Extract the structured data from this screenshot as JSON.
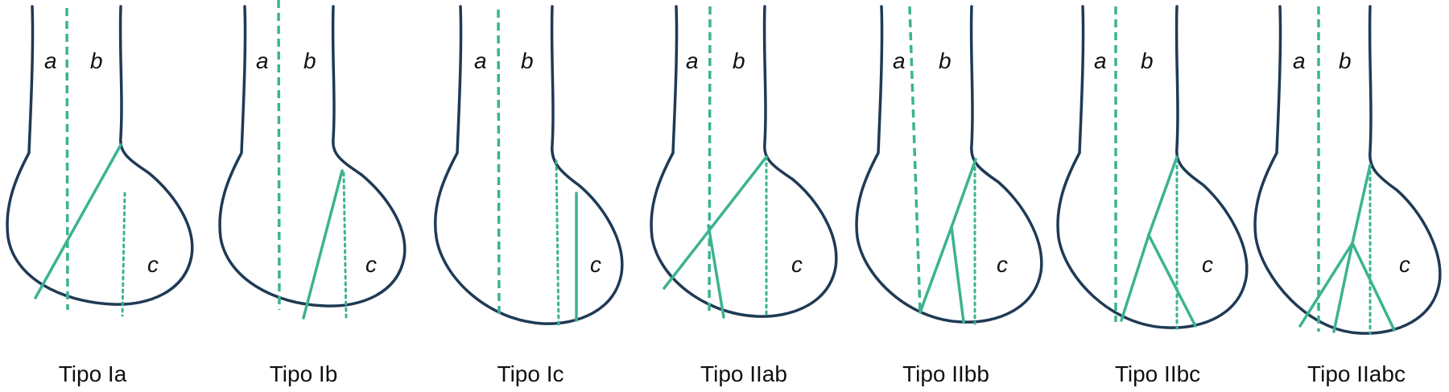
{
  "colors": {
    "outline": "#1f3a55",
    "fracture": "#3bb391"
  },
  "panels": [
    {
      "title": "Tipo Ia",
      "labels": [
        "a",
        "b",
        "c"
      ]
    },
    {
      "title": "Tipo Ib",
      "labels": [
        "a",
        "b",
        "c"
      ]
    },
    {
      "title": "Tipo Ic",
      "labels": [
        "a",
        "b",
        "c"
      ]
    },
    {
      "title": "Tipo IIab",
      "labels": [
        "a",
        "b",
        "c"
      ]
    },
    {
      "title": "Tipo IIbb",
      "labels": [
        "a",
        "b",
        "c"
      ]
    },
    {
      "title": "Tipo IIbc",
      "labels": [
        "a",
        "b",
        "c"
      ]
    },
    {
      "title": "Tipo IIabc",
      "labels": [
        "a",
        "b",
        "c"
      ]
    }
  ]
}
